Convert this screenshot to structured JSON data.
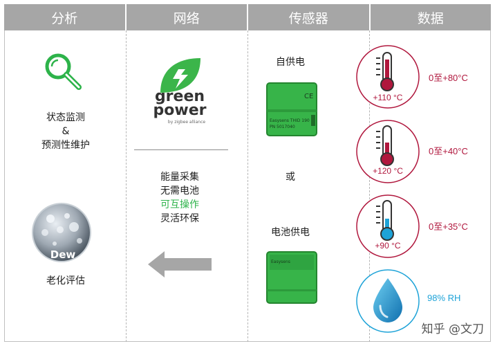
{
  "headers": [
    "分析",
    "网络",
    "传感器",
    "数据"
  ],
  "analysis": {
    "item1_line1": "状态监测",
    "item1_line2": "&",
    "item1_line3": "预测性维护",
    "dew_label": "Dew",
    "item2": "老化评估"
  },
  "network": {
    "logo_word1": "green",
    "logo_word2": "power",
    "logo_sub": "by zigbee alliance",
    "features": [
      "能量采集",
      "无需电池",
      "可互操作",
      "灵活环保"
    ]
  },
  "sensors": {
    "self_powered": "自供电",
    "or": "或",
    "battery_powered": "电池供电",
    "device1_label1": "Easysens THID 190",
    "device1_label2": "PN 5017040",
    "device2_label": "Easysens"
  },
  "data": {
    "temp1": {
      "inner": "+110 °C",
      "range": "0至+80°C",
      "fill": 0.85
    },
    "temp2": {
      "inner": "+120 °C",
      "range": "0至+40°C",
      "fill": 0.55
    },
    "temp3": {
      "inner": "+90 °C",
      "range": "0至+35°C",
      "fill": 0.45
    },
    "humidity": {
      "label": "98% RH"
    }
  },
  "watermark": "知乎 @文刀",
  "colors": {
    "header_bg": "#a6a6a6",
    "accent_green": "#2db34a",
    "temp_red": "#b0173d",
    "water_blue": "#1ea3d8",
    "arrow_gray": "#a6a6a6"
  }
}
